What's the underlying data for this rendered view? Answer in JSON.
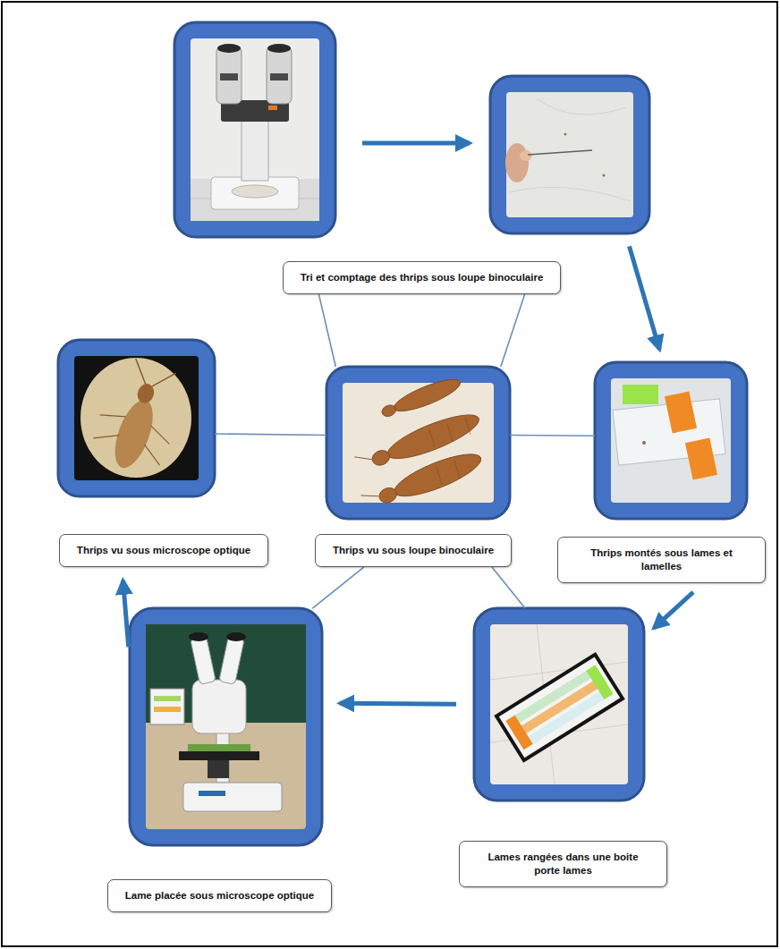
{
  "diagram": {
    "nodes": [
      {
        "text": [
          "Tri et comptage des thrips sous loupe binoculaire"
        ]
      },
      {
        "text": [
          "Thrips vu sous microscope optique"
        ]
      },
      {
        "text": [
          "Thrips vu sous loupe binoculaire"
        ]
      },
      {
        "text": [
          "Thrips montés sous lames et lamelles"
        ]
      },
      {
        "text": [
          "Lame placée sous microscope optique"
        ]
      },
      {
        "text": [
          "Lames rangées dans une boite porte lames"
        ]
      }
    ],
    "edges": [
      {
        "from": 0,
        "to": 3,
        "arrow": "to"
      },
      {
        "from": 3,
        "to": 5,
        "arrow": "to"
      },
      {
        "from": 5,
        "to": 4,
        "arrow": "to"
      },
      {
        "from": 4,
        "to": 1,
        "arrow": "to"
      },
      {
        "from": 2,
        "to": 0,
        "arrow": "none"
      },
      {
        "from": 2,
        "to": 0,
        "arrow": "none"
      },
      {
        "from": 2,
        "to": 1,
        "arrow": "none"
      },
      {
        "from": 2,
        "to": 3,
        "arrow": "none"
      },
      {
        "from": 2,
        "to": 4,
        "arrow": "none"
      },
      {
        "from": 2,
        "to": 5,
        "arrow": "none"
      }
    ]
  }
}
